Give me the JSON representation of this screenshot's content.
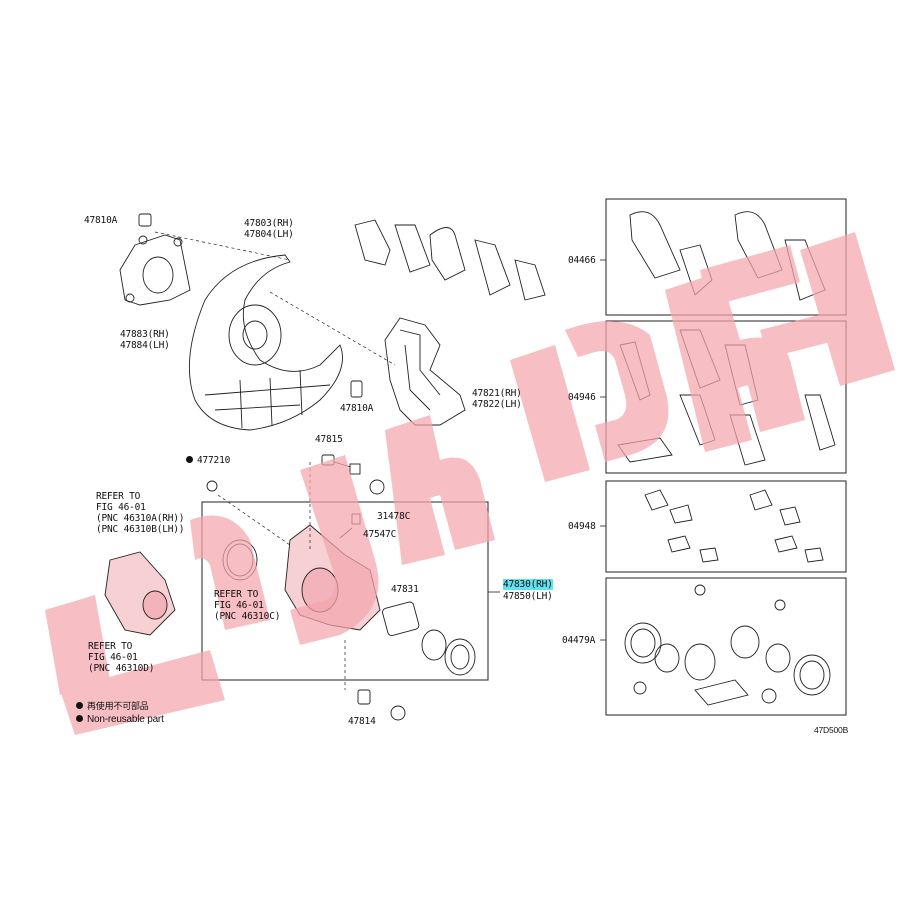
{
  "labels": {
    "p47810A_top": "47810A",
    "p47803": "47803(RH)",
    "p47804": "47804(LH)",
    "p47883": "47883(RH)",
    "p47884": "47884(LH)",
    "p47810A_mid": "47810A",
    "p47821": "47821(RH)",
    "p47822": "47822(LH)",
    "p47815": "47815",
    "p477210": "477210",
    "p31478C": "31478C",
    "p47547C": "47547C",
    "p47831": "47831",
    "p47830": "47830(RH)",
    "p47850": "47850(LH)",
    "p47814": "47814",
    "refer1_l1": "REFER TO",
    "refer1_l2": "FIG 46-01",
    "refer1_l3": "(PNC 46310A(RH))",
    "refer1_l4": "(PNC 46310B(LH))",
    "refer2_l1": "REFER TO",
    "refer2_l2": "FIG 46-01",
    "refer2_l3": "(PNC 46310C)",
    "refer3_l1": "REFER TO",
    "refer3_l2": "FIG 46-01",
    "refer3_l3": "(PNC 46310D)",
    "kit_04466": "04466",
    "kit_04946": "04946",
    "kit_04948": "04948",
    "kit_04479A": "04479A",
    "legend_cn": "再使用不可部品",
    "legend_en": "Non-reusable part",
    "figure_code": "47D500B"
  },
  "colors": {
    "watermark": "#f4a6ad",
    "highlight": "#5fe3f0",
    "caliper_tint": "#f7b8bd",
    "line": "#222222"
  }
}
